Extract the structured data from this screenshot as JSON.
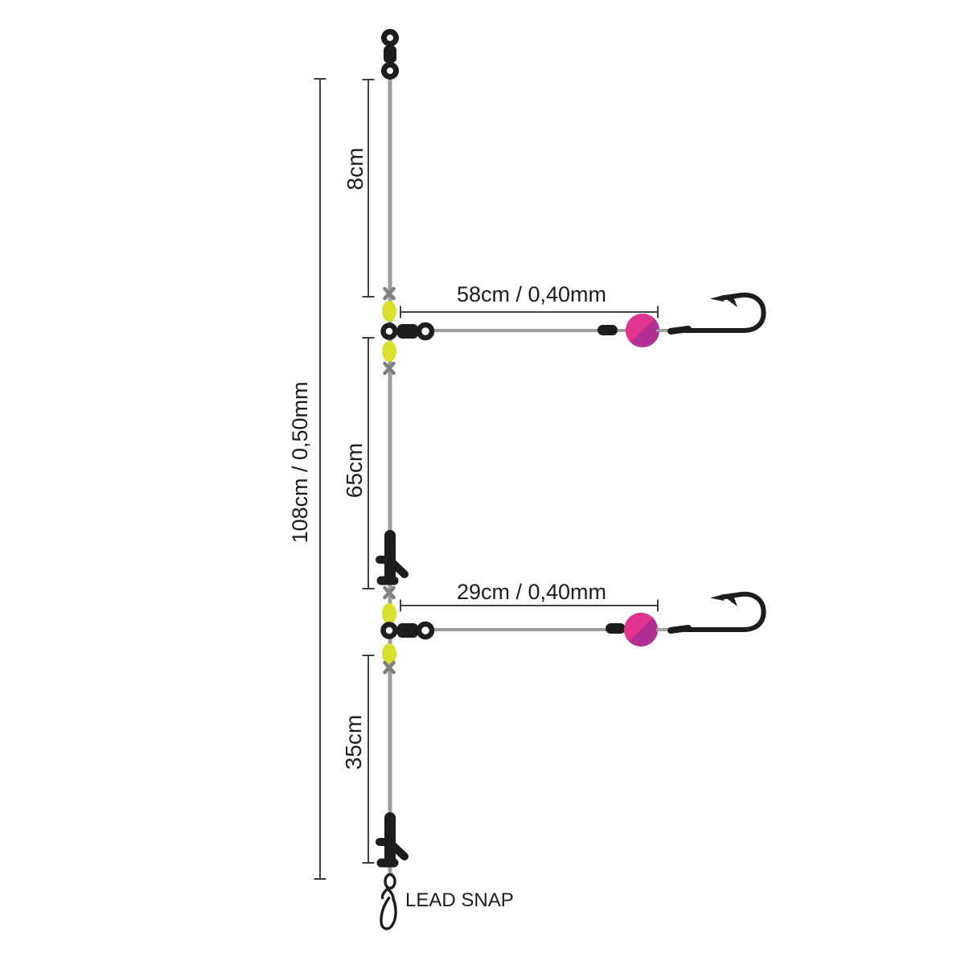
{
  "diagram": {
    "kind": "fishing-rig-schematic",
    "measurements": {
      "main_line_total": "108cm / 0,50mm",
      "segment_top": "8cm",
      "segment_middle": "65cm",
      "segment_bottom": "35cm",
      "snood_upper": "58cm / 0,40mm",
      "snood_lower": "29cm / 0,40mm"
    },
    "labels": {
      "lead_snap": "LEAD SNAP"
    },
    "colors": {
      "main_line": "#9e9e9e",
      "hardware_black": "#1d1d1b",
      "crimp_x_gray": "#7f7f7f",
      "bead_yellow": "#d7e02d",
      "bead_pink_light": "#e0348f",
      "bead_pink_dark": "#b12e92",
      "dimension_line": "#2b2b2b",
      "background": "#ffffff"
    },
    "components": [
      "barrel-swivel",
      "crimp-x",
      "yellow-bead",
      "snood-swivel",
      "stop-sleeve",
      "pink-bead",
      "hook",
      "bait-clip",
      "lead-snap"
    ]
  }
}
